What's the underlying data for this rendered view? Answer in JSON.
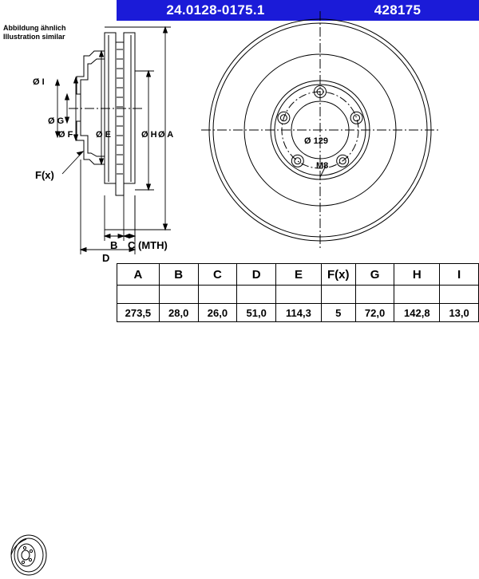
{
  "header": {
    "part_number": "24.0128-0175.1",
    "article_number": "428175"
  },
  "note": {
    "line1": "Abbildung ähnlich",
    "line2": "Illustration similar"
  },
  "drawing_labels": {
    "dia_i": "Ø I",
    "dia_g": "Ø G",
    "dia_f": "Ø F",
    "dia_e": "Ø E",
    "dia_h": "Ø H",
    "dia_a": "Ø A",
    "fx": "F(x)",
    "b": "B",
    "c_mth": "C (MTH)",
    "d": "D",
    "pcd": "Ø 129",
    "bolt": "M8"
  },
  "table": {
    "headers": [
      "A",
      "B",
      "C",
      "D",
      "E",
      "F(x)",
      "G",
      "H",
      "I"
    ],
    "values": [
      "273,5",
      "28,0",
      "26,0",
      "51,0",
      "114,3",
      "5",
      "72,0",
      "142,8",
      "13,0"
    ]
  },
  "colors": {
    "header_blue": "#1b1bd8",
    "line": "#000000"
  }
}
